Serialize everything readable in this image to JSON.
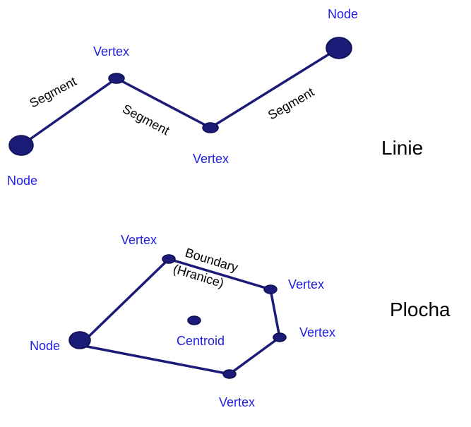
{
  "linie": {
    "title": "Linie",
    "node_label_top": "Node",
    "node_label_bottom": "Node",
    "vertex_label_top": "Vertex",
    "vertex_label_bottom": "Vertex",
    "segment_label_1": "Segment",
    "segment_label_2": "Segment",
    "segment_label_3": "Segment"
  },
  "plocha": {
    "title": "Plocha",
    "node_label": "Node",
    "vertex_label_top": "Vertex",
    "vertex_label_right_1": "Vertex",
    "vertex_label_right_2": "Vertex",
    "vertex_label_bottom": "Vertex",
    "boundary_label_1": "Boundary",
    "boundary_label_2": "(Hranice)",
    "centroid_label": "Centroid"
  },
  "colors": {
    "shape": "#1b1b78",
    "label_blue": "#1e1ee0",
    "label_black": "#000000"
  }
}
